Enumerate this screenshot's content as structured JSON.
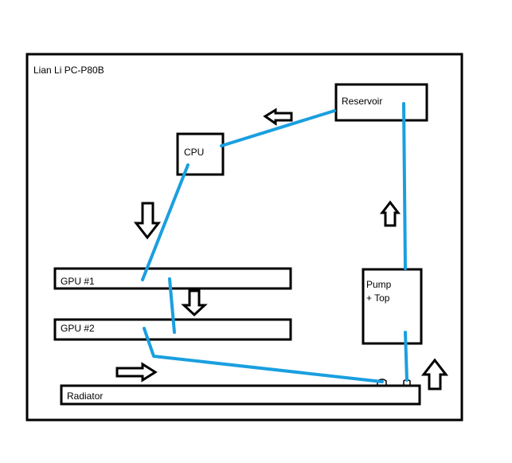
{
  "case_label": "Lian Li PC-P80B",
  "components": {
    "reservoir": "Reservoir",
    "cpu": "CPU",
    "gpu1": "GPU #1",
    "gpu2": "GPU #2",
    "pump_line1": "Pump",
    "pump_line2": "+ Top",
    "radiator": "Radiator"
  },
  "colors": {
    "outline": "#000000",
    "tubing": "#1a9fe0",
    "background": "#ffffff"
  },
  "icons": [
    "arrow-left-icon",
    "arrow-down-icon",
    "arrow-right-icon",
    "arrow-up-icon"
  ]
}
